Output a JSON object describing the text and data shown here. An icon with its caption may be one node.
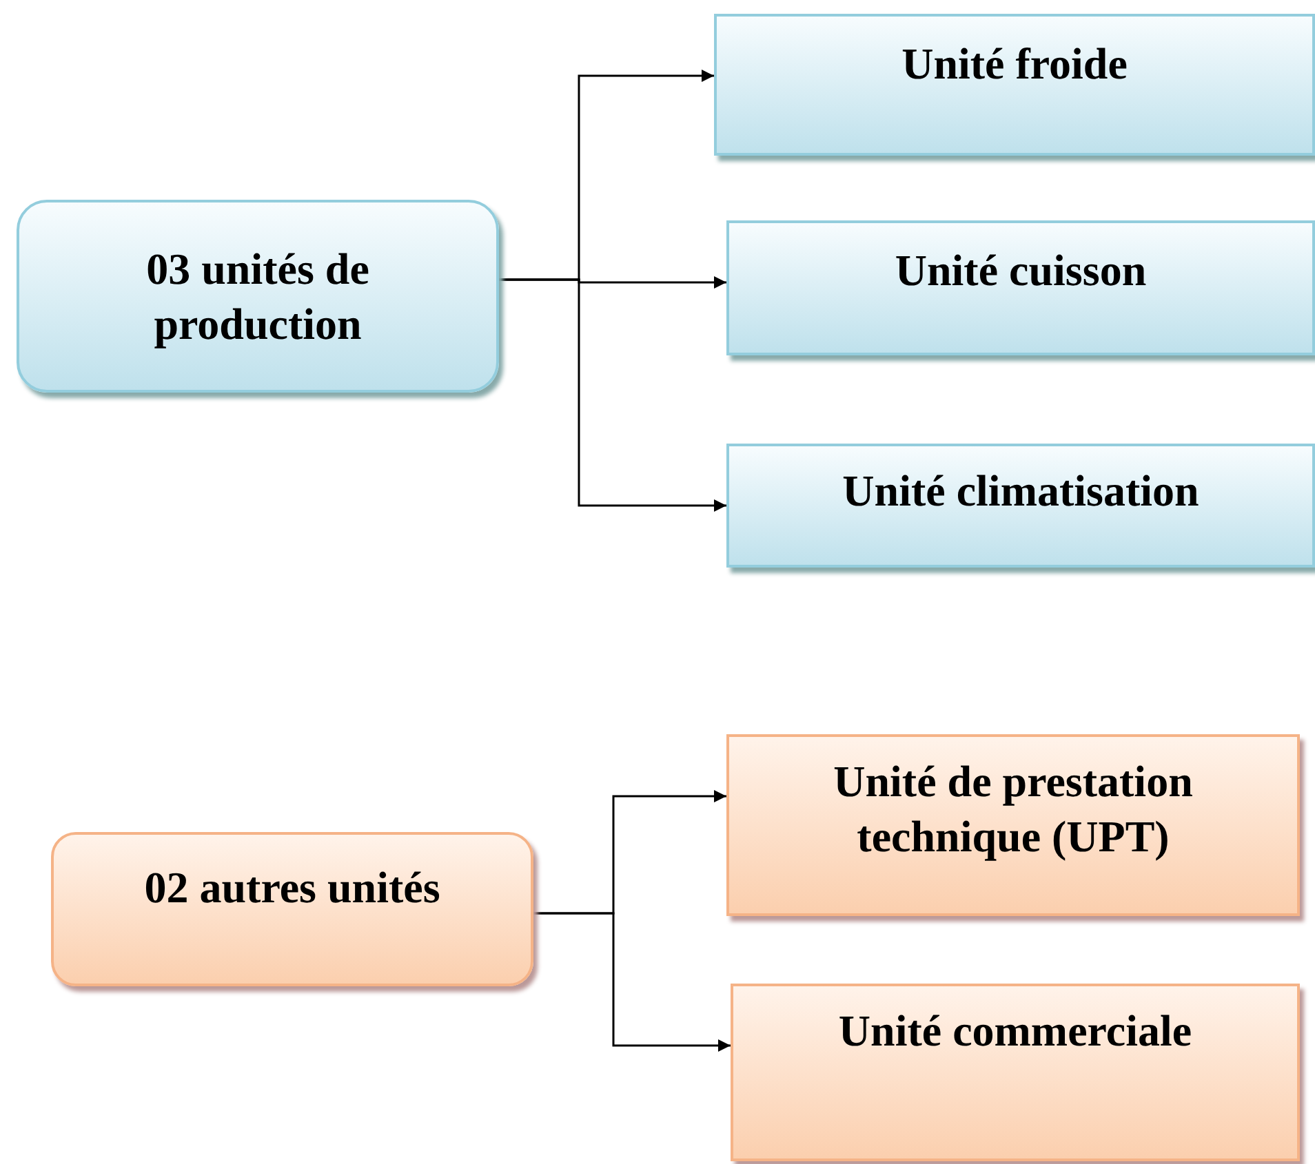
{
  "diagram": {
    "nodes": [
      {
        "text": [
          "03 unités de production"
        ]
      },
      {
        "text": [
          "Unité froide"
        ]
      },
      {
        "text": [
          "Unité cuisson"
        ]
      },
      {
        "text": [
          "Unité climatisation"
        ]
      },
      {
        "text": [
          "02 autres unités"
        ]
      },
      {
        "text": [
          "Unité de prestation technique (UPT)"
        ]
      },
      {
        "text": [
          "Unité commerciale"
        ]
      }
    ],
    "edges": [
      {
        "from": 0,
        "to": 1,
        "arrow": "to"
      },
      {
        "from": 0,
        "to": 2,
        "arrow": "to"
      },
      {
        "from": 0,
        "to": 3,
        "arrow": "to"
      },
      {
        "from": 4,
        "to": 5,
        "arrow": "to"
      },
      {
        "from": 4,
        "to": 6,
        "arrow": "to"
      }
    ]
  }
}
